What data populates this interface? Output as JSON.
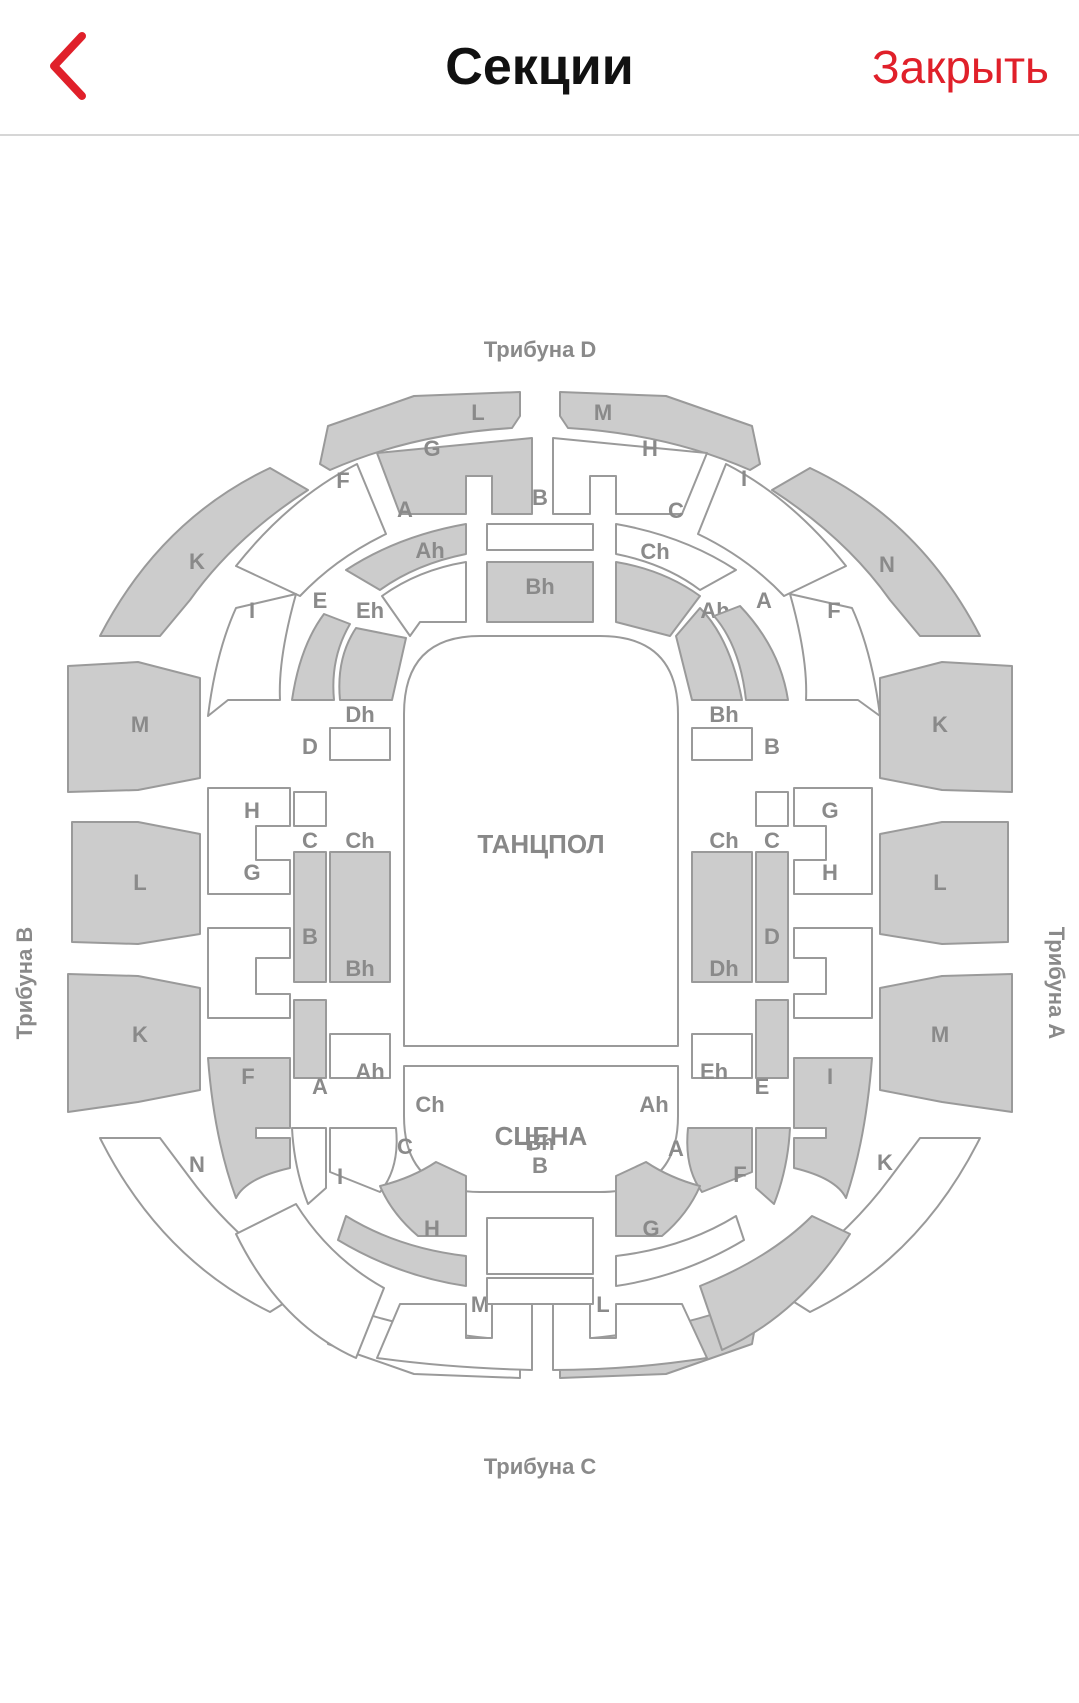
{
  "header": {
    "title": "Секции",
    "back_icon": "chevron-left-icon",
    "close_label": "Закрыть"
  },
  "colors": {
    "accent": "#e0202a",
    "section_available": "#ffffff",
    "section_selected": "#cccccc",
    "outline": "#9a9a9a",
    "label": "#8a8a8a"
  },
  "map": {
    "stands": {
      "top": "Трибуна D",
      "bottom": "Трибуна C",
      "left": "Трибуна B",
      "right": "Трибуна A"
    },
    "floor_label": "ТАНЦПОЛ",
    "stage_label": "СЦЕНА",
    "sections": [
      {
        "id": "outer-top-L",
        "label": "L",
        "shaded": true
      },
      {
        "id": "outer-top-M",
        "label": "M",
        "shaded": true
      },
      {
        "id": "outer-tl-K",
        "label": "K",
        "shaded": true
      },
      {
        "id": "outer-tr-N",
        "label": "N",
        "shaded": true
      },
      {
        "id": "outer-left-M",
        "label": "M",
        "shaded": true
      },
      {
        "id": "outer-left-L",
        "label": "L",
        "shaded": true
      },
      {
        "id": "outer-left-K",
        "label": "K",
        "shaded": true
      },
      {
        "id": "outer-right-K",
        "label": "K",
        "shaded": true
      },
      {
        "id": "outer-right-L",
        "label": "L",
        "shaded": true
      },
      {
        "id": "outer-right-M",
        "label": "M",
        "shaded": true
      },
      {
        "id": "outer-bl-N",
        "label": "N",
        "shaded": false
      },
      {
        "id": "outer-br-K",
        "label": "K",
        "shaded": false
      },
      {
        "id": "outer-bottom-M",
        "label": "M",
        "shaded": false
      },
      {
        "id": "outer-bottom-L",
        "label": "L",
        "shaded": true
      },
      {
        "id": "top-G",
        "label": "G",
        "shaded": true
      },
      {
        "id": "top-H",
        "label": "H",
        "shaded": false
      },
      {
        "id": "top-F",
        "label": "F",
        "shaded": false
      },
      {
        "id": "top-I",
        "label": "I",
        "shaded": false
      },
      {
        "id": "top-B",
        "label": "B",
        "shaded": false
      },
      {
        "id": "top-Bh",
        "label": "Bh",
        "shaded": true
      },
      {
        "id": "top-A",
        "label": "A",
        "shaded": true
      },
      {
        "id": "top-Ah",
        "label": "Ah",
        "shaded": false
      },
      {
        "id": "top-C",
        "label": "C",
        "shaded": false
      },
      {
        "id": "top-Ch",
        "label": "Ch",
        "shaded": true
      },
      {
        "id": "left-E",
        "label": "E",
        "shaded": true
      },
      {
        "id": "left-Eh",
        "label": "Eh",
        "shaded": true
      },
      {
        "id": "left-I",
        "label": "I",
        "shaded": false
      },
      {
        "id": "left-Dh",
        "label": "Dh",
        "shaded": false
      },
      {
        "id": "left-D",
        "label": "D",
        "shaded": false
      },
      {
        "id": "left-H",
        "label": "H",
        "shaded": false
      },
      {
        "id": "left-C",
        "label": "C",
        "shaded": true
      },
      {
        "id": "left-Ch",
        "label": "Ch",
        "shaded": true
      },
      {
        "id": "left-G",
        "label": "G",
        "shaded": false
      },
      {
        "id": "left-B",
        "label": "B",
        "shaded": true
      },
      {
        "id": "left-Bh",
        "label": "Bh",
        "shaded": false
      },
      {
        "id": "left-F",
        "label": "F",
        "shaded": true
      },
      {
        "id": "left-A",
        "label": "A",
        "shaded": false
      },
      {
        "id": "left-Ah",
        "label": "Ah",
        "shaded": false
      },
      {
        "id": "right-Ah",
        "label": "Ah",
        "shaded": true
      },
      {
        "id": "right-A",
        "label": "A",
        "shaded": true
      },
      {
        "id": "right-F",
        "label": "F",
        "shaded": false
      },
      {
        "id": "right-Bh",
        "label": "Bh",
        "shaded": false
      },
      {
        "id": "right-B",
        "label": "B",
        "shaded": false
      },
      {
        "id": "right-G",
        "label": "G",
        "shaded": false
      },
      {
        "id": "right-Ch",
        "label": "Ch",
        "shaded": true
      },
      {
        "id": "right-C",
        "label": "C",
        "shaded": true
      },
      {
        "id": "right-H",
        "label": "H",
        "shaded": false
      },
      {
        "id": "right-D",
        "label": "D",
        "shaded": true
      },
      {
        "id": "right-Dh",
        "label": "Dh",
        "shaded": false
      },
      {
        "id": "right-I",
        "label": "I",
        "shaded": true
      },
      {
        "id": "right-Eh",
        "label": "Eh",
        "shaded": true
      },
      {
        "id": "right-E",
        "label": "E",
        "shaded": true
      },
      {
        "id": "bottom-Ch",
        "label": "Ch",
        "shaded": true
      },
      {
        "id": "bottom-C",
        "label": "C",
        "shaded": true
      },
      {
        "id": "bottom-Bh",
        "label": "Bh",
        "shaded": false
      },
      {
        "id": "bottom-B",
        "label": "B",
        "shaded": false
      },
      {
        "id": "bottom-Ah",
        "label": "Ah",
        "shaded": true
      },
      {
        "id": "bottom-A",
        "label": "A",
        "shaded": false
      },
      {
        "id": "bottom-F",
        "label": "F",
        "shaded": true
      },
      {
        "id": "bottom-I",
        "label": "I",
        "shaded": false
      },
      {
        "id": "bottom-H",
        "label": "H",
        "shaded": false
      },
      {
        "id": "bottom-G",
        "label": "G",
        "shaded": false
      }
    ]
  }
}
